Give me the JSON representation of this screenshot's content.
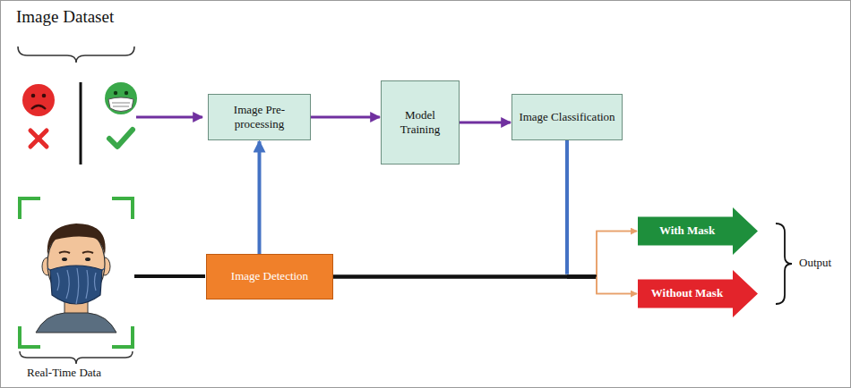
{
  "diagram": {
    "nodes": [
      {
        "text": [
          "Image Pre-processing"
        ]
      },
      {
        "text": [
          "Model Training"
        ]
      },
      {
        "text": [
          "Image Classification"
        ]
      },
      {
        "text": [
          "Image Detection"
        ]
      },
      {
        "text": [
          "With Mask"
        ]
      },
      {
        "text": [
          "Without Mask"
        ]
      }
    ],
    "edges": [
      {
        "from": 0,
        "to": 1,
        "arrow": "to"
      },
      {
        "from": 1,
        "to": 2,
        "arrow": "to"
      },
      {
        "from": 3,
        "to": 0,
        "arrow": "to"
      },
      {
        "from": 2,
        "to": 4,
        "arrow": "to"
      },
      {
        "from": 2,
        "to": 5,
        "arrow": "to"
      },
      {
        "from": 3,
        "to": 4,
        "arrow": "none"
      },
      {
        "from": 3,
        "to": 5,
        "arrow": "none"
      }
    ],
    "labels": [
      "Image Dataset",
      "Real-Time Data",
      "Output"
    ]
  }
}
